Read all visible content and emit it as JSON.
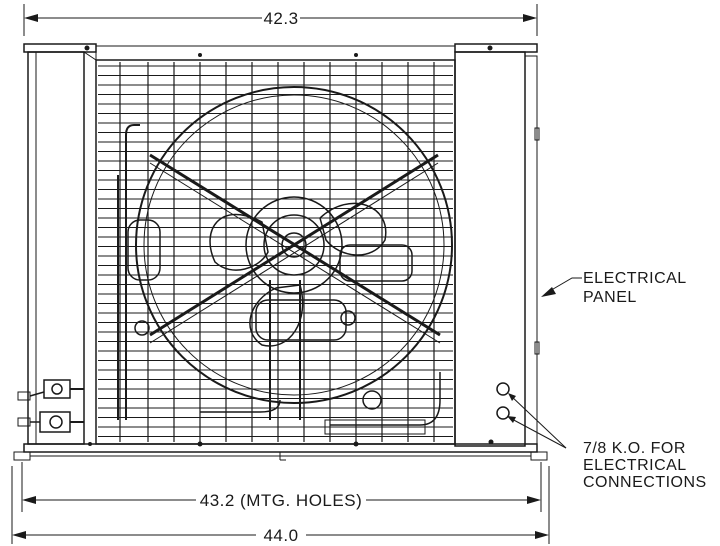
{
  "dimensions": {
    "top_width": "42.3",
    "mounting_holes": "43.2 (MTG. HOLES)",
    "overall_width": "44.0"
  },
  "callouts": {
    "electrical_panel": [
      "ELECTRICAL",
      "PANEL"
    ],
    "knockouts": [
      "7/8 K.O. FOR",
      "ELECTRICAL",
      "CONNECTIONS"
    ]
  },
  "colors": {
    "line": "#1a1a1a",
    "background": "#ffffff"
  }
}
